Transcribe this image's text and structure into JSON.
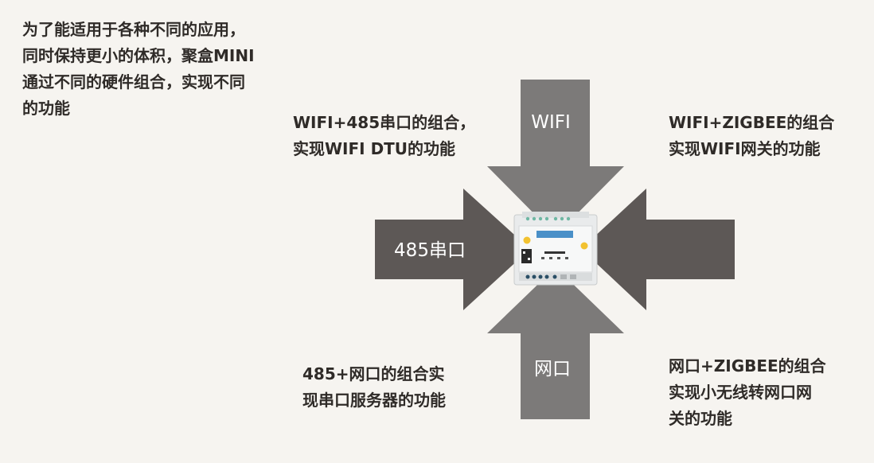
{
  "intro": {
    "lines": [
      "为了能适用于各种不同的应用，",
      "同时保持更小的体积，聚盒MINI",
      "通过不同的硬件组合，实现不同",
      "的功能"
    ]
  },
  "arrows": {
    "top": "WIFI",
    "left": "485串口",
    "bottom": "网口"
  },
  "notes": {
    "top_left": [
      "WIFI+485串口的组合，",
      "实现WIFI DTU的功能"
    ],
    "top_right": [
      "WIFI+ZIGBEE的组合",
      "实现WIFI网关的功能"
    ],
    "bottom_left": [
      "485+网口的组合实",
      "现串口服务器的功能"
    ],
    "bottom_right": [
      "网口+ZIGBEE的组合",
      "实现小无线转网口网",
      "关的功能"
    ]
  },
  "colors": {
    "arrow_gray": "#7c7a79",
    "arrow_dark": "#5d5856",
    "text": "#2f2b28",
    "background": "#f6f4f0"
  }
}
